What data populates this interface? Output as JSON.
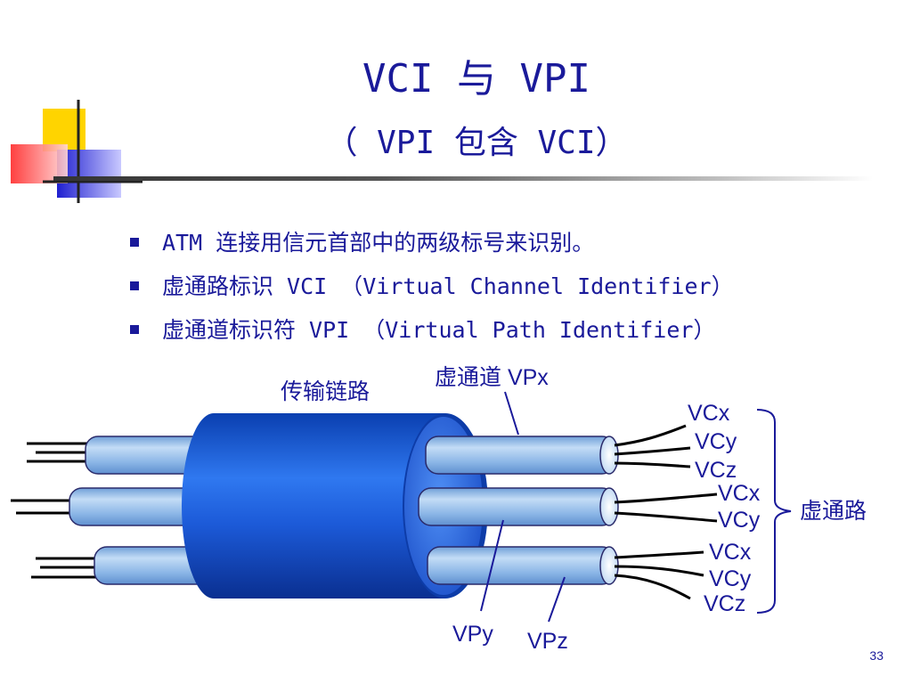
{
  "slide": {
    "title": "VCI 与 VPI",
    "subtitle": "（ VPI 包含 VCI）",
    "page_number": "33"
  },
  "bullets": [
    "ATM 连接用信元首部中的两级标号来识别。",
    "虚通路标识 VCI （Virtual Channel Identifier）",
    "虚通道标识符 VPI （Virtual Path Identifier）"
  ],
  "diagram": {
    "transmission_path": "传输链路",
    "vp_x": "虚通道 VPx",
    "vp_y": "VPy",
    "vp_z": "VPz",
    "virtual_channel": "虚通路",
    "vc_labels": {
      "top": [
        "VCx",
        "VCy",
        "VCz"
      ],
      "middle": [
        "VCx",
        "VCy"
      ],
      "bottom": [
        "VCx",
        "VCy",
        "VCz"
      ]
    }
  },
  "colors": {
    "text": "#1a1a9a",
    "outer_cable": "#1f5fd8",
    "inner_tube": "#8fb9e8",
    "deco_yellow": "#ffd400",
    "deco_red": "#ff3b3b",
    "deco_blue": "#2b2bd9"
  }
}
